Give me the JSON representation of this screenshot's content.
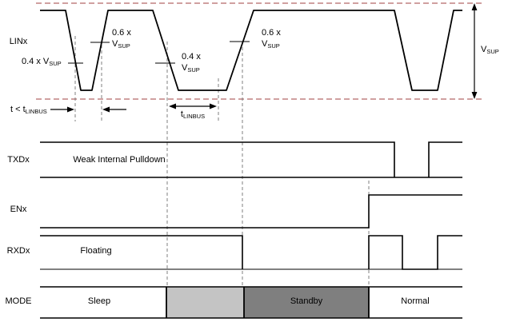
{
  "colors": {
    "ref_line": "#c08080",
    "guide_line": "#7f7f7f",
    "signal_line": "#000000",
    "mode_transition": "#c4c4c4",
    "mode_standby": "#7f7f7f"
  },
  "signals": {
    "lin": {
      "label": "LINx"
    },
    "txd": {
      "label": "TXDx",
      "state_text": "Weak Internal Pulldown"
    },
    "en": {
      "label": "ENx"
    },
    "rxd": {
      "label": "RXDx",
      "state_text": "Floating"
    },
    "mode": {
      "label": "MODE",
      "states": {
        "sleep": "Sleep",
        "standby": "Standby",
        "normal": "Normal"
      }
    }
  },
  "annotations": {
    "threshold_04_left": {
      "pre": "0.4 x V",
      "sub": "SUP"
    },
    "threshold_06_left": {
      "line1": "0.6 x",
      "v": "V",
      "sub": "SUP"
    },
    "threshold_04_mid": {
      "line1": "0.4 x",
      "v": "V",
      "sub": "SUP"
    },
    "threshold_06_mid": {
      "line1": "0.6 x",
      "v": "V",
      "sub": "SUP"
    },
    "t_less_than": {
      "pre": "t < t",
      "sub": "LINBUS"
    },
    "t_linbus": {
      "pre": "t",
      "sub": "LINBUS"
    },
    "vsup": {
      "pre": "V",
      "sub": "SUP"
    }
  }
}
